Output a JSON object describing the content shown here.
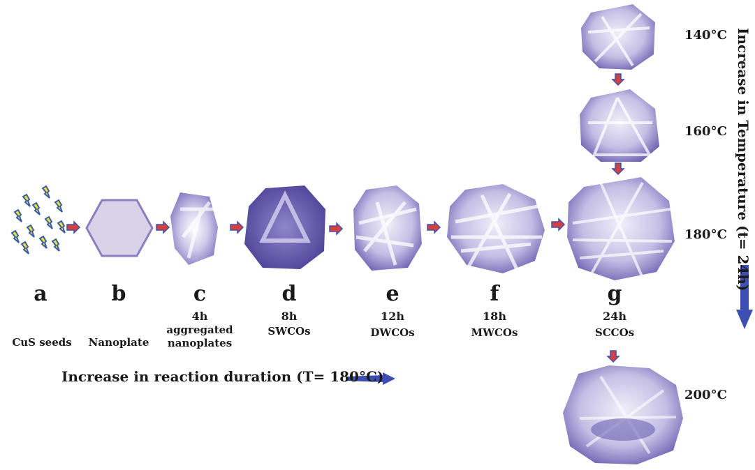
{
  "stages": [
    {
      "letter": "a",
      "time": "",
      "desc": "CuS seeds"
    },
    {
      "letter": "b",
      "time": "",
      "desc": "Nanoplate"
    },
    {
      "letter": "c",
      "time": "4h",
      "desc": "aggregated nanoplates"
    },
    {
      "letter": "d",
      "time": "8h",
      "desc": "SWCOs"
    },
    {
      "letter": "e",
      "time": "12h",
      "desc": "DWCOs"
    },
    {
      "letter": "f",
      "time": "18h",
      "desc": "MWCOs"
    },
    {
      "letter": "g",
      "time": "24h",
      "desc": "SCCOs"
    }
  ],
  "temperatures": [
    "140°C",
    "160°C",
    "180°C",
    "200°C"
  ],
  "axis_duration_label": "Increase in reaction duration (T= 180°C)",
  "axis_temperature_label": "Increase in Temperature (t= 24h)",
  "colors": {
    "crystal_dark": "#5a4ea3",
    "crystal_light": "#e8e6f6",
    "arrow_red": "#d8403a",
    "arrow_blue": "#3e4fb3",
    "seed_yellow": "#f4e22a",
    "seed_blue": "#3b5ea8",
    "nanoplate_fill": "#d9d3ea"
  }
}
